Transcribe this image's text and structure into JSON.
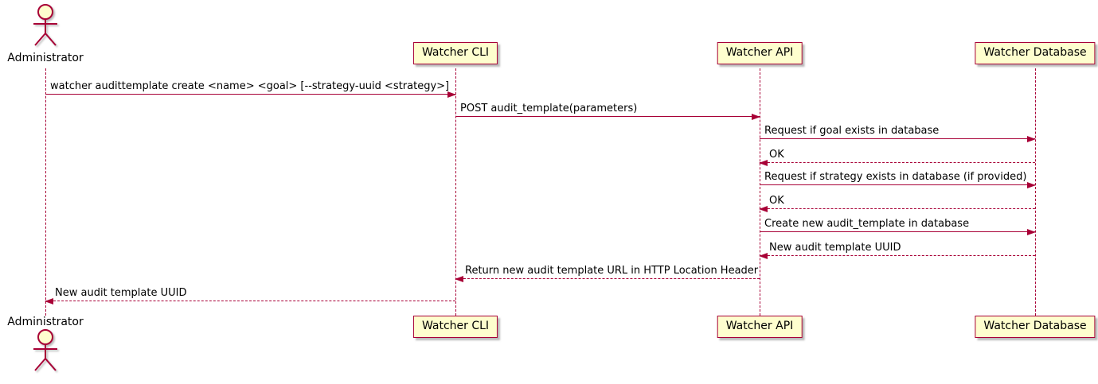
{
  "diagram": {
    "type": "sequence-diagram",
    "colors": {
      "line": "#A80036",
      "box_fill": "#FEFECE",
      "text": "#000000",
      "background": "#FFFFFF"
    },
    "actor": {
      "label": "Administrator"
    },
    "participants": [
      {
        "label": "Watcher CLI"
      },
      {
        "label": "Watcher API"
      },
      {
        "label": "Watcher Database"
      }
    ],
    "messages": [
      {
        "text": "watcher audittemplate create <name> <goal> [--strategy-uuid <strategy>]",
        "from": "Administrator",
        "to": "Watcher CLI",
        "line": "solid",
        "direction": "right"
      },
      {
        "text": "POST audit_template(parameters)",
        "from": "Watcher CLI",
        "to": "Watcher API",
        "line": "solid",
        "direction": "right"
      },
      {
        "text": "Request if goal exists in database",
        "from": "Watcher API",
        "to": "Watcher Database",
        "line": "solid",
        "direction": "right"
      },
      {
        "text": "OK",
        "from": "Watcher Database",
        "to": "Watcher API",
        "line": "dotted",
        "direction": "left"
      },
      {
        "text": "Request if strategy exists in database (if provided)",
        "from": "Watcher API",
        "to": "Watcher Database",
        "line": "solid",
        "direction": "right"
      },
      {
        "text": "OK",
        "from": "Watcher Database",
        "to": "Watcher API",
        "line": "dotted",
        "direction": "left"
      },
      {
        "text": "Create new audit_template in database",
        "from": "Watcher API",
        "to": "Watcher Database",
        "line": "solid",
        "direction": "right"
      },
      {
        "text": "New audit template UUID",
        "from": "Watcher Database",
        "to": "Watcher API",
        "line": "dotted",
        "direction": "left"
      },
      {
        "text": "Return new audit template URL in HTTP Location Header",
        "from": "Watcher API",
        "to": "Watcher CLI",
        "line": "dotted",
        "direction": "left"
      },
      {
        "text": "New audit template UUID",
        "from": "Watcher CLI",
        "to": "Administrator",
        "line": "dotted",
        "direction": "left"
      }
    ]
  }
}
